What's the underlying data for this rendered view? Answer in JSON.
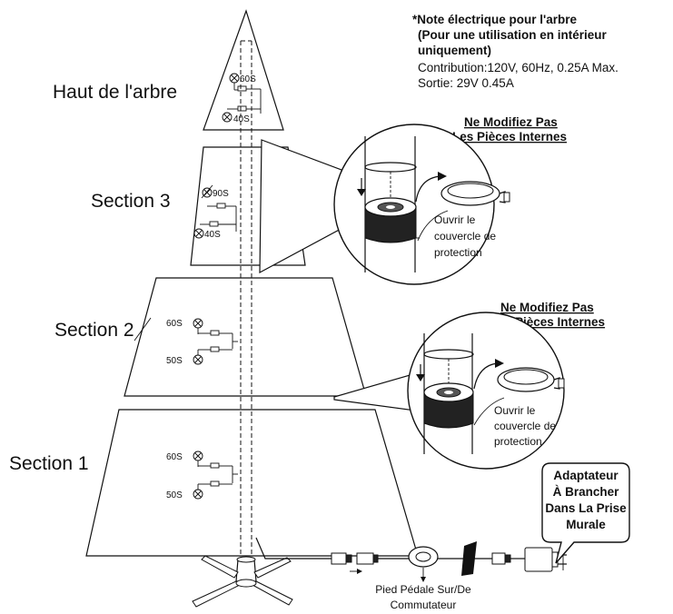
{
  "labels": {
    "top": "Haut de l'arbre",
    "section3": "Section 3",
    "section2": "Section 2",
    "section1": "Section 1"
  },
  "note": {
    "line1": "*Note électrique pour l'arbre",
    "line2": "(Pour une utilisation en intérieur",
    "line3": "uniquement)",
    "line4": "Contribution:120V, 60Hz, 0.25A Max.",
    "line5": "Sortie: 29V 0.45A"
  },
  "warning": {
    "line1": "Ne Modifiez Pas",
    "line2": "Les Pièces Internes"
  },
  "callout_text": {
    "line1": "Ouvrir le",
    "line2": "couvercle de",
    "line3": "protection"
  },
  "bulbs": {
    "top_a": "60S",
    "top_b": "40S",
    "s3_a": "90S",
    "s3_b": "40S",
    "s2_a": "60S",
    "s2_b": "50S",
    "s1_a": "60S",
    "s1_b": "50S"
  },
  "adapter": {
    "line1": "Adaptateur",
    "line2": "À Brancher",
    "line3": "Dans La Prise",
    "line4": "Murale"
  },
  "pedal": {
    "line1": "Pied Pédale Sur/De",
    "line2": "Commutateur"
  }
}
